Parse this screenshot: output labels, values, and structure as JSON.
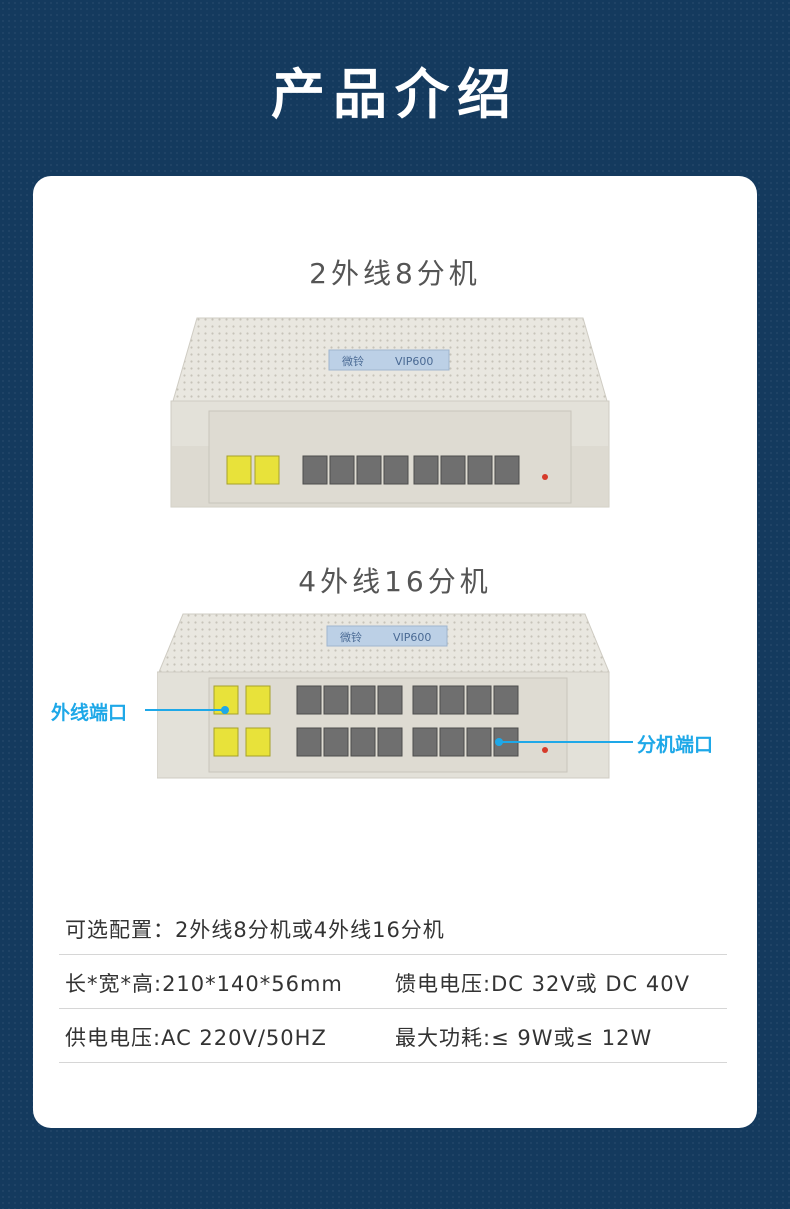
{
  "header": {
    "title": "产品介绍"
  },
  "models": [
    {
      "title": "2外线8分机",
      "device_label": "VIP600",
      "logo": "微铃"
    },
    {
      "title": "4外线16分机",
      "device_label": "VIP600",
      "logo": "微铃"
    }
  ],
  "callouts": {
    "trunk": "外线端口",
    "extension": "分机端口"
  },
  "specs": {
    "config": "可选配置：2外线8分机或4外线16分机",
    "size": "长*宽*高:210*140*56mm",
    "feed": "馈电电压:DC 32V或 DC 40V",
    "power_supply": "供电电压:AC 220V/50HZ",
    "power_consumption": "最大功耗:≤ 9W或≤ 12W"
  },
  "colors": {
    "background": "#143a5e",
    "accent": "#1ea8e8",
    "trunk_port": "#e8e23a"
  }
}
